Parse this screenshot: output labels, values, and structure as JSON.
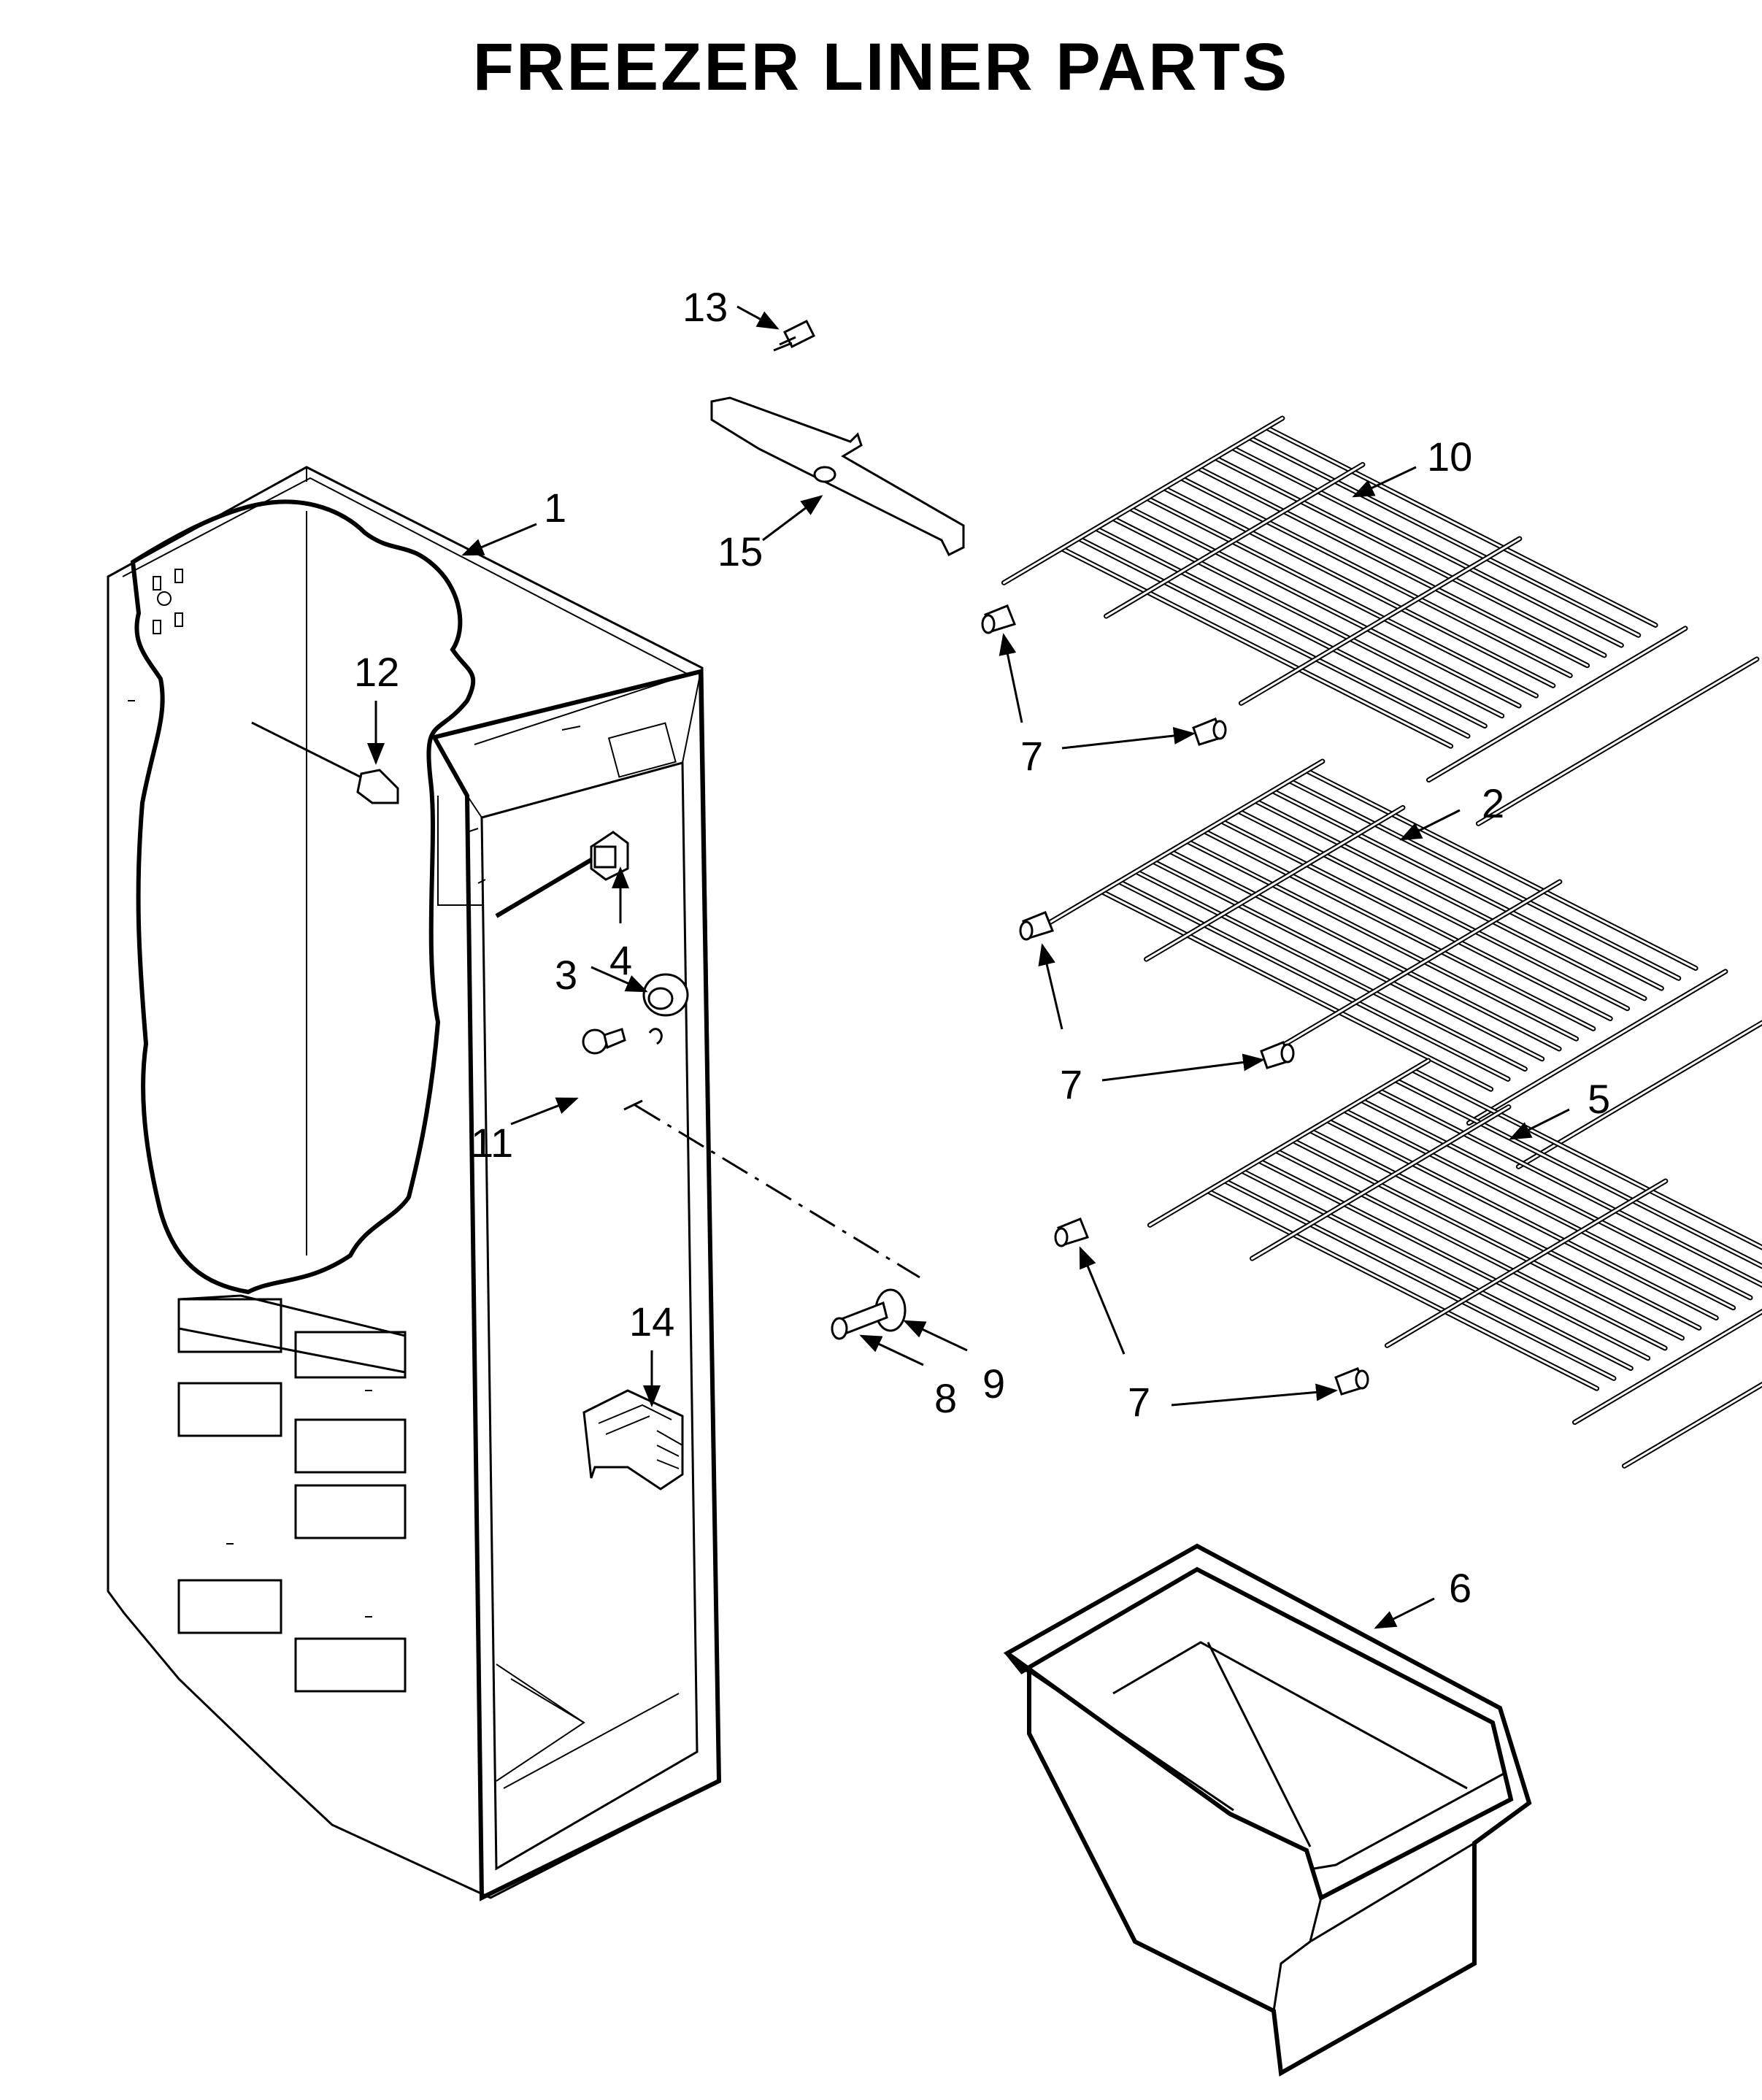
{
  "title": "FREEZER LINER PARTS",
  "callouts": {
    "c1": "1",
    "c2": "2",
    "c3": "3",
    "c4": "4",
    "c5": "5",
    "c6": "6",
    "c7a": "7",
    "c7b": "7",
    "c7c": "7",
    "c8": "8",
    "c9": "9",
    "c10": "10",
    "c11": "11",
    "c12": "12",
    "c13": "13",
    "c14": "14",
    "c15": "15"
  }
}
